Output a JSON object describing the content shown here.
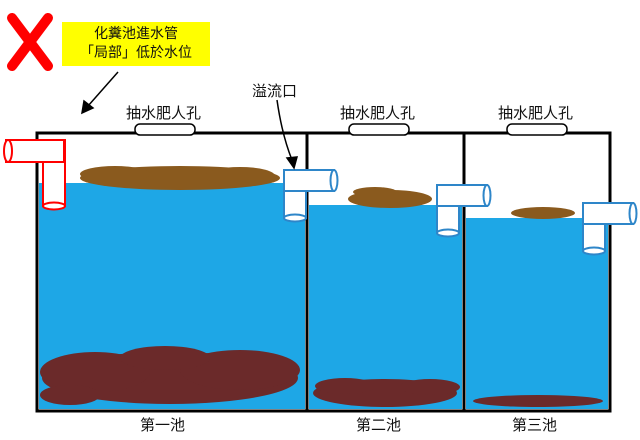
{
  "callout": {
    "line1": "化糞池進水管",
    "line2": "「局部」低於水位"
  },
  "labels": {
    "overflow": "溢流口",
    "pump_hole_1": "抽水肥人孔",
    "pump_hole_2": "抽水肥人孔",
    "pump_hole_3": "抽水肥人孔",
    "tank_1": "第一池",
    "tank_2": "第二池",
    "tank_3": "第三池"
  },
  "colors": {
    "water": "#1ea7e6",
    "sludge": "#6b2a2a",
    "scum": "#8a5a1e",
    "inlet_pipe": "#ff0000",
    "outlet_pipe": "#2e86c9",
    "wrong_mark": "#ff0000",
    "callout_bg": "#ffff00"
  },
  "icons": {
    "wrong_mark": "x-mark-icon"
  }
}
